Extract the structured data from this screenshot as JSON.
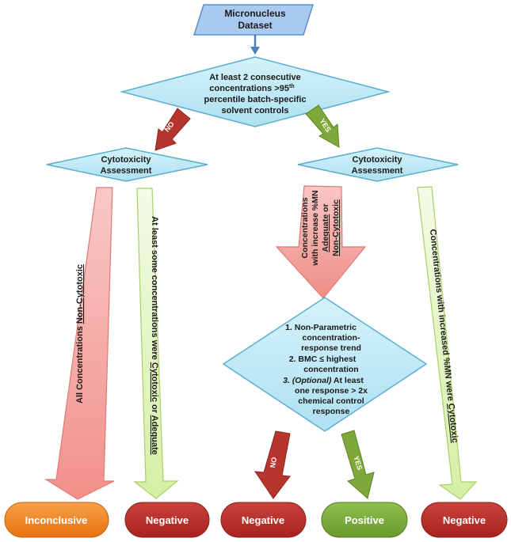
{
  "start_node": {
    "line1": "Micronucleus",
    "line2": "Dataset"
  },
  "decision_top": {
    "line1": "At least 2 consecutive",
    "line2_pre": "concentrations >95",
    "line2_sup": "th",
    "line3": "percentile batch-specific",
    "line4": "solvent controls"
  },
  "branch_no_label": "NO",
  "branch_yes_label": "YES",
  "cyto_left": {
    "line1": "Cytotoxicity",
    "line2": "Assessment"
  },
  "cyto_right": {
    "line1": "Cytotoxicity",
    "line2": "Assessment"
  },
  "arrow_all_noncyto": {
    "prefix": "All Concentrations ",
    "underlined": "Non-Cytotoxic"
  },
  "arrow_some_cyto": {
    "prefix": "At least some concentrations were ",
    "underlined1": "Cytotoxic",
    "middle": " or ",
    "underlined2": "Adequate"
  },
  "arrow_increase": {
    "line1": "Concentrations",
    "line2": "with increase %MN",
    "line3_underlined": "Adequate",
    "line3_suffix": " or",
    "line4_underlined": "Non-Cytotoxic"
  },
  "arrow_increased_cyto": {
    "prefix": "Concentrations with increased %MN were ",
    "underlined": "Cytotoxic"
  },
  "decision_bottom": {
    "line1": "1.  Non-Parametric",
    "line2": "concentration-",
    "line3": "response trend",
    "line4": "2.  BMC ≤ highest",
    "line5": "concentration",
    "line6_num": "3.",
    "line6_italic": "(Optional)",
    "line6_rest": " At least",
    "line7": "one response > 2x",
    "line8": "chemical control",
    "line9": "response"
  },
  "bottom_no_label": "NO",
  "bottom_yes_label": "YES",
  "outcomes": [
    "Inconclusive",
    "Negative",
    "Negative",
    "Positive",
    "Negative"
  ],
  "colors": {
    "node_fill": "#bfe9f7",
    "node_stroke": "#5aaed0",
    "start_fill": "#a9c9ef",
    "red_arrow": "#c0392b",
    "green_arrow": "#7ea83a",
    "pink_arrow": "#f6b3b0",
    "lightgreen_arrow": "#e4f5c6",
    "inconclusive": "#f07f1c",
    "negative": "#b52a25",
    "positive": "#76a93a"
  }
}
